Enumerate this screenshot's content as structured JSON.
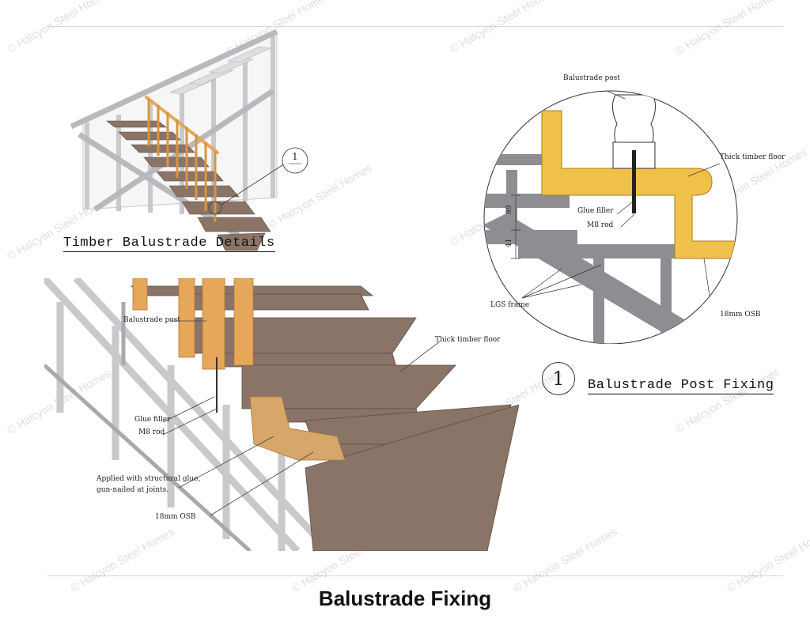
{
  "page_title": "Balustrade Fixing",
  "top_left": {
    "caption": "Timber Balustrade Details",
    "callout_number": "1"
  },
  "bottom_left": {
    "labels": {
      "balustrade_post": "Balustrade post",
      "thick_timber_floor": "Thick timber floor",
      "glue_filler": "Glue filler",
      "m8_rod": "M8 rod",
      "structural_glue_line1": "Applied with structural glue,",
      "structural_glue_line2": "gun-nailed at joints.",
      "osb": "18mm OSB"
    }
  },
  "detail": {
    "number": "1",
    "caption": "Balustrade Post Fixing",
    "labels": {
      "balustrade_post": "Balustrade post",
      "thick_timber_floor": "Thick timber floor",
      "glue_filler": "Glue filler",
      "m8_rod": "M8 rod",
      "lgs_frame": "LGS frame",
      "osb": "18mm OSB"
    },
    "dimensions": {
      "d89": "89",
      "d41": "41"
    }
  },
  "watermark_text": "© Halcyon Steel Homes",
  "colors": {
    "steel": "#c9c9cb",
    "steel_dark": "#8e8e92",
    "timber_floor": "#8a7468",
    "timber_post": "#e7a75a",
    "osb": "#d7a66a",
    "detail_timber": "#f0c14a"
  }
}
